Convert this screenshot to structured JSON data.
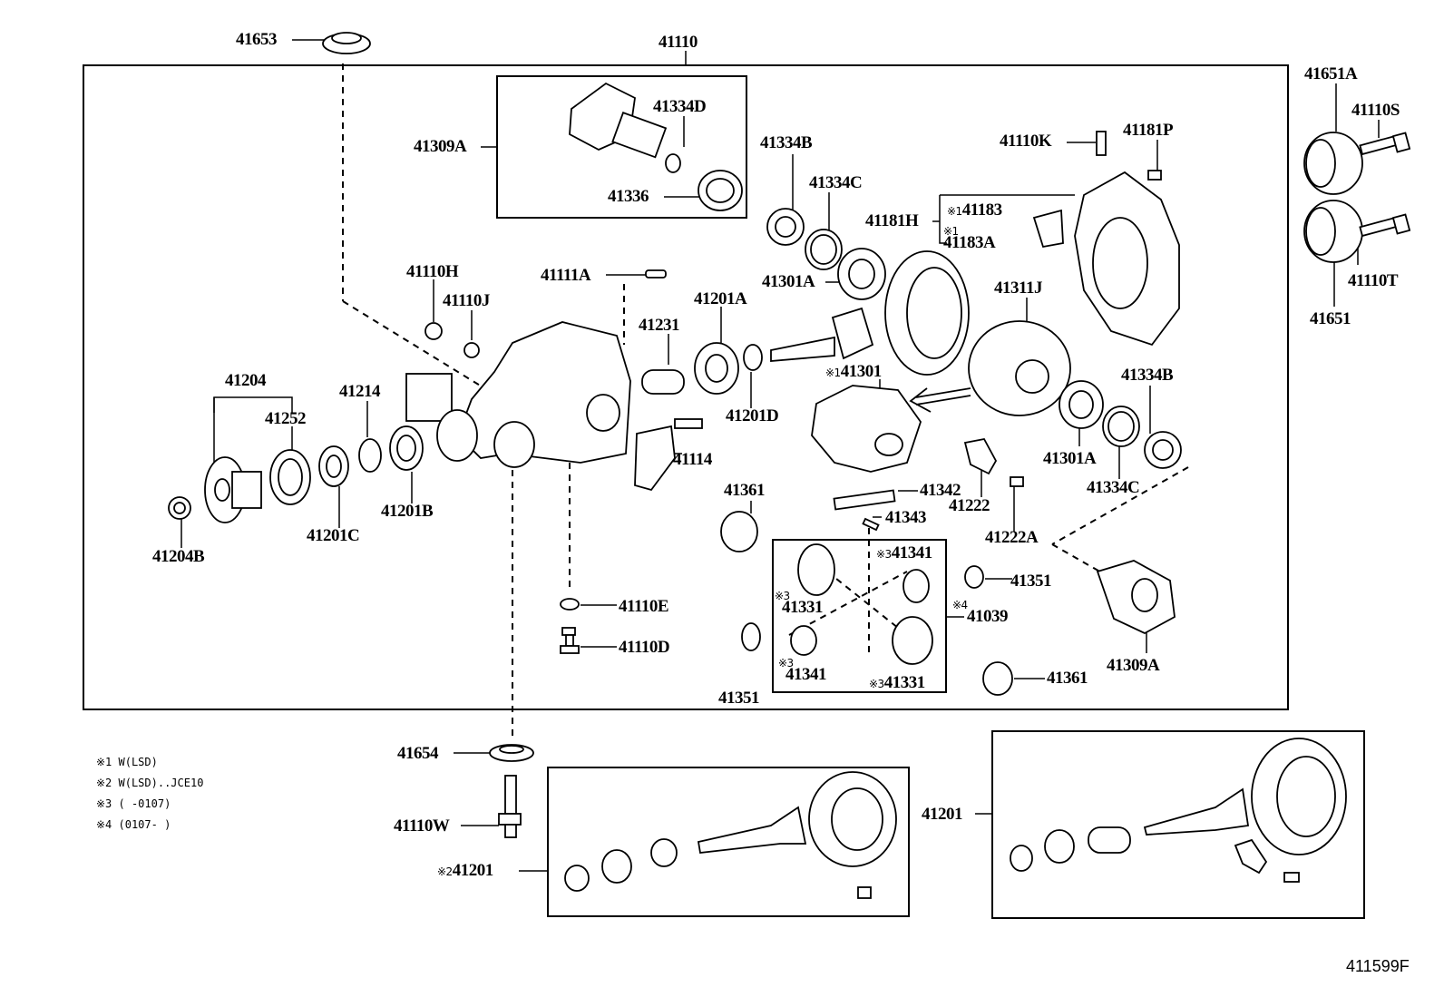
{
  "labels": {
    "p41653": "41653",
    "p41110": "41110",
    "p41651A": "41651A",
    "p41110S": "41110S",
    "p41309A_top": "41309A",
    "p41334D": "41334D",
    "p41336": "41336",
    "p41334B_top": "41334B",
    "p41334C_top": "41334C",
    "p41110K": "41110K",
    "p41181P": "41181P",
    "p41181H": "41181H",
    "p41183": "41183",
    "p41183A": "41183A",
    "p41110T": "41110T",
    "p41651": "41651",
    "p41110H": "41110H",
    "p41110J": "41110J",
    "p41111A": "41111A",
    "p41301A_top": "41301A",
    "p41311J": "41311J",
    "p41231": "41231",
    "p41201A": "41201A",
    "p41204": "41204",
    "p41214": "41214",
    "p41252": "41252",
    "p41301": "41301",
    "p41334B_right": "41334B",
    "p41201D": "41201D",
    "p41114": "41114",
    "p41301A_right": "41301A",
    "p41334C_right": "41334C",
    "p41201B": "41201B",
    "p41201C": "41201C",
    "p41204B": "41204B",
    "p41361_top": "41361",
    "p41342": "41342",
    "p41222": "41222",
    "p41343": "41343",
    "p41222A": "41222A",
    "p41341_top": "41341",
    "p41351_right": "41351",
    "p41331_left": "41331",
    "p41039": "41039",
    "p41110E": "41110E",
    "p41110D": "41110D",
    "p41309A_bottom": "41309A",
    "p41341_bottom": "41341",
    "p41331_bottom": "41331",
    "p41361_bottom": "41361",
    "p41351_bottom": "41351",
    "p41654": "41654",
    "p41110W": "41110W",
    "p41201_right": "41201",
    "p41201_left": "41201"
  },
  "marks": {
    "m1": "※1",
    "m2": "※2",
    "m3": "※3",
    "m4": "※4"
  },
  "notes": [
    "※1 W(LSD)",
    "※2 W(LSD)..JCE10",
    "※3 (     -0107)",
    "※4 (0107-     )"
  ],
  "diagram_code": "411599F"
}
